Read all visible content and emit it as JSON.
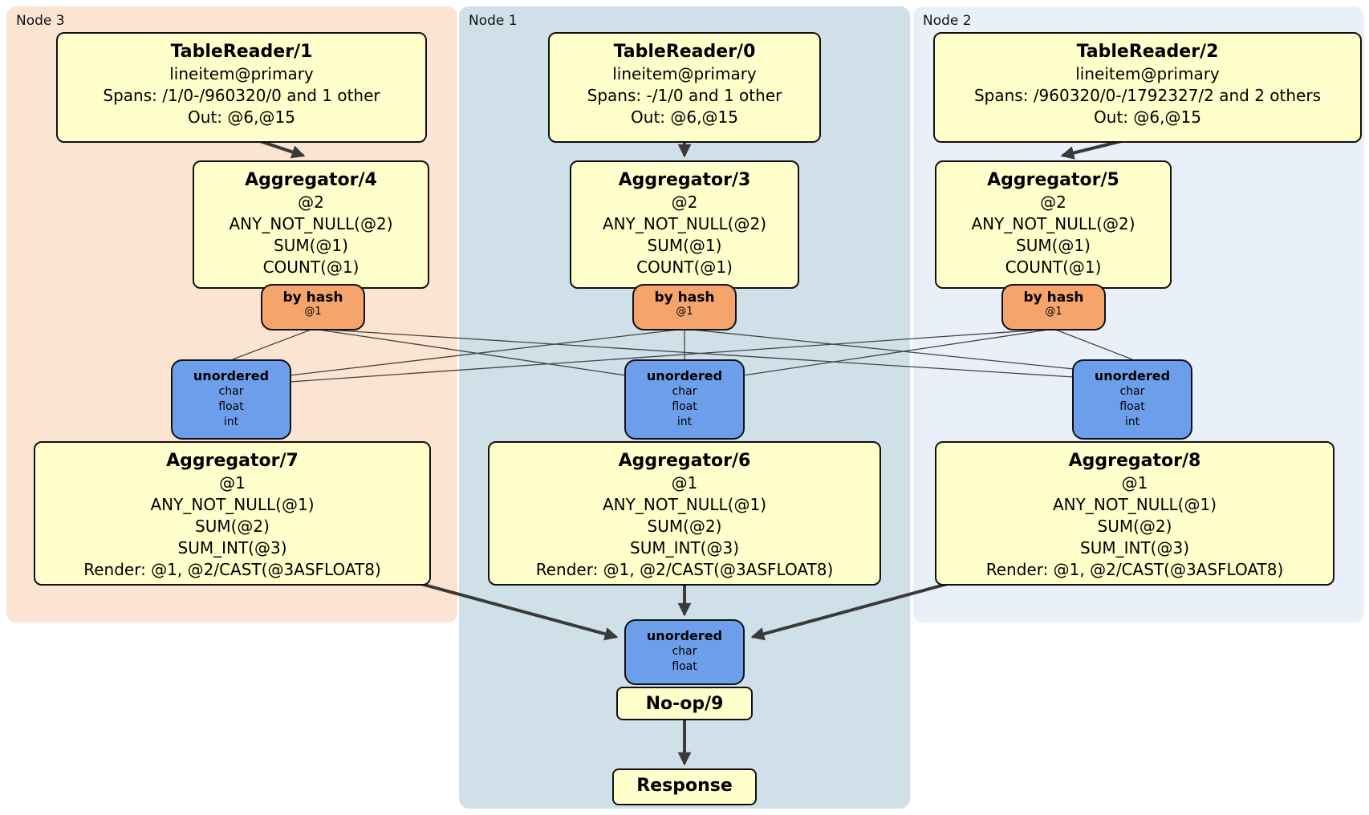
{
  "regions": [
    {
      "label": "Node 3"
    },
    {
      "label": "Node 1"
    },
    {
      "label": "Node 2"
    }
  ],
  "processors": {
    "tr1": {
      "title": "TableReader/1",
      "lines": [
        "lineitem@primary",
        "Spans: /1/0-/960320/0 and 1 other",
        "Out: @6,@15"
      ]
    },
    "tr0": {
      "title": "TableReader/0",
      "lines": [
        "lineitem@primary",
        "Spans: -/1/0 and 1 other",
        "Out: @6,@15"
      ]
    },
    "tr2": {
      "title": "TableReader/2",
      "lines": [
        "lineitem@primary",
        "Spans: /960320/0-/1792327/2 and 2 others",
        "Out: @6,@15"
      ]
    },
    "agg4": {
      "title": "Aggregator/4",
      "lines": [
        "@2",
        "ANY_NOT_NULL(@2)",
        "SUM(@1)",
        "COUNT(@1)"
      ]
    },
    "agg3": {
      "title": "Aggregator/3",
      "lines": [
        "@2",
        "ANY_NOT_NULL(@2)",
        "SUM(@1)",
        "COUNT(@1)"
      ]
    },
    "agg5": {
      "title": "Aggregator/5",
      "lines": [
        "@2",
        "ANY_NOT_NULL(@2)",
        "SUM(@1)",
        "COUNT(@1)"
      ]
    },
    "agg7": {
      "title": "Aggregator/7",
      "lines": [
        "@1",
        "ANY_NOT_NULL(@1)",
        "SUM(@2)",
        "SUM_INT(@3)",
        "Render: @1, @2/CAST(@3ASFLOAT8)"
      ]
    },
    "agg6": {
      "title": "Aggregator/6",
      "lines": [
        "@1",
        "ANY_NOT_NULL(@1)",
        "SUM(@2)",
        "SUM_INT(@3)",
        "Render: @1, @2/CAST(@3ASFLOAT8)"
      ]
    },
    "agg8": {
      "title": "Aggregator/8",
      "lines": [
        "@1",
        "ANY_NOT_NULL(@1)",
        "SUM(@2)",
        "SUM_INT(@3)",
        "Render: @1, @2/CAST(@3ASFLOAT8)"
      ]
    },
    "noop": {
      "title": "No-op/9"
    },
    "response": {
      "title": "Response"
    }
  },
  "routers": {
    "hash": {
      "title": "by hash",
      "detail": "@1"
    }
  },
  "syncs": {
    "full": {
      "title": "unordered",
      "lines": [
        "char",
        "float",
        "int"
      ]
    },
    "final": {
      "title": "unordered",
      "lines": [
        "char",
        "float"
      ]
    }
  },
  "colors": {
    "node3_bg": "#fce4d2",
    "node1_bg": "#cfe0e9",
    "node2_bg": "#e9f0f9",
    "processor_bg": "#ffffcc",
    "router_bg": "#f5a46b",
    "sync_bg": "#6d9eeb",
    "edge": "#3a3a3a"
  }
}
